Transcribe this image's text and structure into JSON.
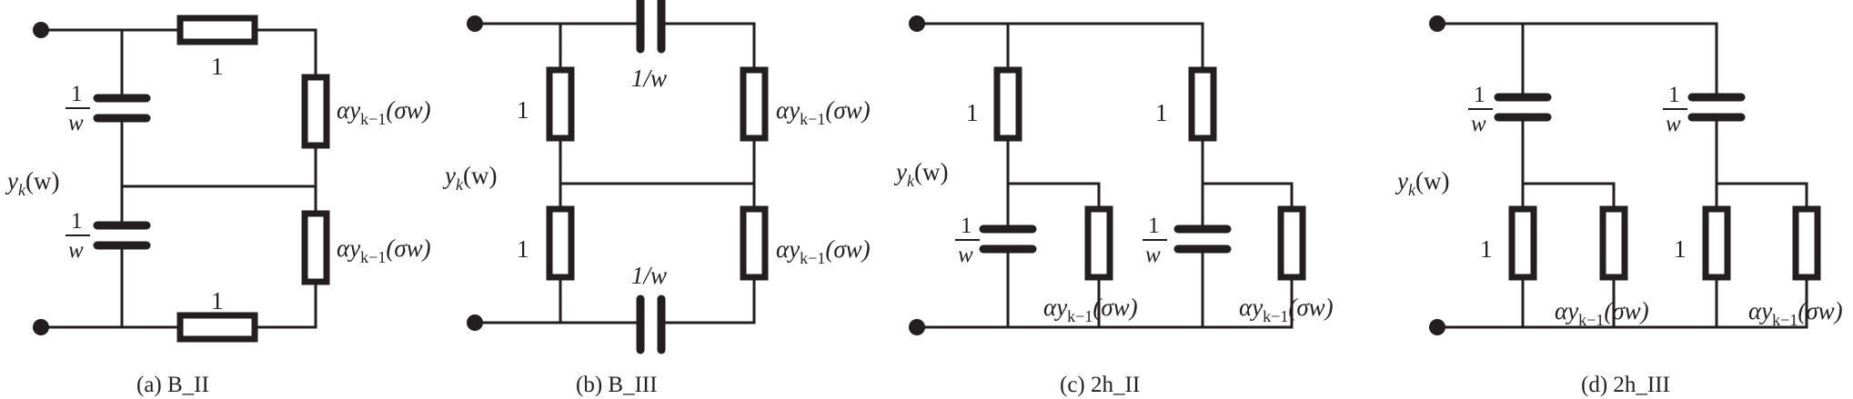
{
  "diagrams": [
    {
      "caption": "(a) B_II",
      "input_label": {
        "var": "y",
        "sub": "k",
        "arg": "(w)"
      },
      "series_resistor_label": "1",
      "capacitor_label": {
        "num": "1",
        "den": "w"
      },
      "feedback_label": {
        "alpha": "α",
        "var": "y",
        "sub": "k−1",
        "arg": "(σw)"
      }
    },
    {
      "caption": "(b) B_III",
      "input_label": {
        "var": "y",
        "sub": "k",
        "arg": "(w)"
      },
      "shunt_resistor_label": "1",
      "series_capacitor_label": "1/w",
      "feedback_label": {
        "alpha": "α",
        "var": "y",
        "sub": "k−1",
        "arg": "(σw)"
      }
    },
    {
      "caption": "(c) 2h_II",
      "input_label": {
        "var": "y",
        "sub": "k",
        "arg": "(w)"
      },
      "resistor_label": "1",
      "capacitor_label": {
        "num": "1",
        "den": "w"
      },
      "feedback_label": {
        "alpha": "α",
        "var": "y",
        "sub": "k−1",
        "arg": "(σw)"
      }
    },
    {
      "caption": "(d) 2h_III",
      "input_label": {
        "var": "y",
        "sub": "k",
        "arg": "(w)"
      },
      "resistor_label": "1",
      "capacitor_label": {
        "num": "1",
        "den": "w"
      },
      "feedback_label": {
        "alpha": "α",
        "var": "y",
        "sub": "k−1",
        "arg": "(σw)"
      }
    }
  ],
  "colors": {
    "ink": "#231f20",
    "background": "#ffffff"
  }
}
